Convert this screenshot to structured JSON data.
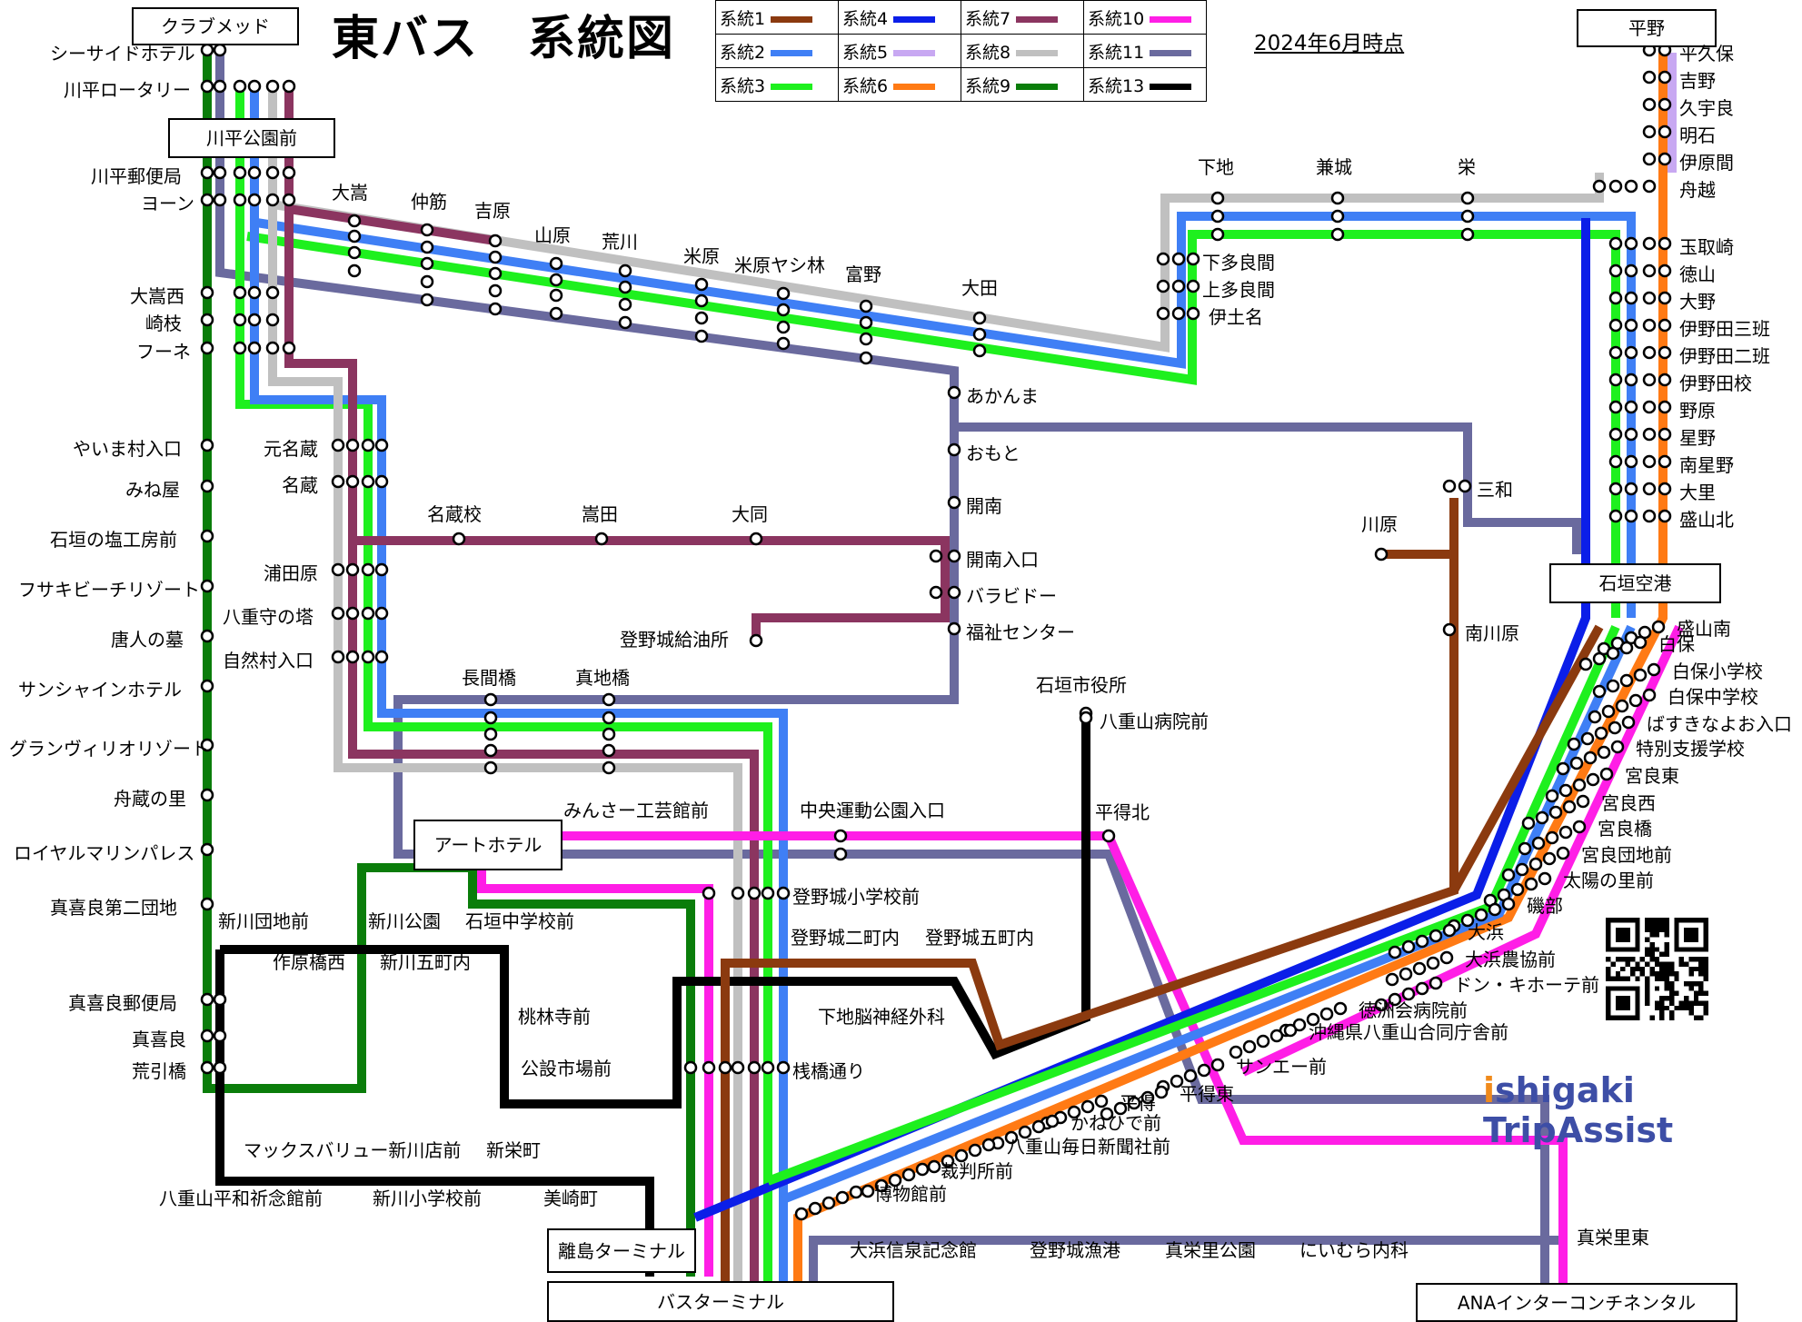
{
  "title": "東バス　系統図",
  "date_note": "2024年6月時点",
  "brand": {
    "prefix": "i",
    "rest": "shigaki TripAssist"
  },
  "legend": [
    {
      "label": "系統1",
      "color": "#8b3a0f"
    },
    {
      "label": "系統4",
      "color": "#0b1ee8"
    },
    {
      "label": "系統7",
      "color": "#8b3560"
    },
    {
      "label": "系統10",
      "color": "#ff1ee6"
    },
    {
      "label": "系統2",
      "color": "#3f7ff5"
    },
    {
      "label": "系統5",
      "color": "#c8a8f2"
    },
    {
      "label": "系統8",
      "color": "#c0c0c0"
    },
    {
      "label": "系統11",
      "color": "#6a6a9e"
    },
    {
      "label": "系統3",
      "color": "#1ef01e"
    },
    {
      "label": "系統6",
      "color": "#ff7a14"
    },
    {
      "label": "系統9",
      "color": "#0a7d0a"
    },
    {
      "label": "系統13",
      "color": "#000000"
    }
  ],
  "terminals": {
    "club_med": "クラブメッド",
    "kabira_koen": "川平公園前",
    "hirano": "平野",
    "ishigaki_airport": "石垣空港",
    "art_hotel": "アートホテル",
    "rito_terminal": "離島ターミナル",
    "bus_terminal": "バスターミナル",
    "ana_intercontinental": "ANAインターコンチネンタル"
  },
  "stops_left": [
    "シーサイドホテル",
    "川平ロータリー",
    "川平郵便局",
    "ヨーン",
    "大嵩西",
    "崎枝",
    "フーネ",
    "やいま村入口",
    "みね屋",
    "石垣の塩工房前",
    "フサキビーチリゾート",
    "唐人の墓",
    "サンシャインホテル",
    "グランヴィリオリゾート",
    "舟蔵の里",
    "ロイヤルマリンパレス",
    "真喜良第二団地",
    "真喜良郵便局",
    "真喜良",
    "荒引橋"
  ],
  "stops_north": [
    "大嵩",
    "仲筋",
    "吉原",
    "山原",
    "荒川",
    "米原",
    "米原ヤシ林",
    "富野",
    "大田",
    "下地",
    "兼城",
    "栄",
    "下多良間",
    "上多良間",
    "伊土名"
  ],
  "stops_middle": [
    "元名蔵",
    "名蔵",
    "浦田原",
    "八重守の塔",
    "自然村入口",
    "名蔵校",
    "嵩田",
    "大同",
    "登野城給油所",
    "長間橋",
    "真地橋",
    "あかんま",
    "おもと",
    "開南",
    "開南入口",
    "バラビドー",
    "福祉センター",
    "三和",
    "川原",
    "南川原",
    "石垣市役所",
    "八重山病院前"
  ],
  "stops_right": [
    "平久保",
    "吉野",
    "久宇良",
    "明石",
    "伊原間",
    "舟越",
    "玉取崎",
    "徳山",
    "大野",
    "伊野田三班",
    "伊野田二班",
    "伊野田校",
    "野原",
    "星野",
    "南星野",
    "大里",
    "盛山北",
    "盛山南",
    "白保",
    "白保小学校",
    "白保中学校",
    "ばすきなよお入口",
    "特別支援学校",
    "宮良東",
    "宮良西",
    "宮良橋",
    "宮良団地前",
    "太陽の里前",
    "磯部",
    "大浜",
    "大浜農協前",
    "ドン・キホーテ前",
    "徳洲会病院前",
    "沖縄県八重山合同庁舎前",
    "サンエー前",
    "平得東",
    "平得",
    "かねひで前",
    "八重山毎日新聞社前",
    "裁判所前",
    "博物館前"
  ],
  "stops_city": [
    "みんさー工芸館前",
    "中央運動公園入口",
    "平得北",
    "登野城小学校前",
    "登野城二町内",
    "登野城五町内",
    "下地脳神経外科",
    "桟橋通り",
    "新川団地前",
    "作原橋西",
    "新川公園",
    "新川五町内",
    "石垣中学校前",
    "桃林寺前",
    "公設市場前",
    "マックスバリュー新川店前",
    "新栄町",
    "八重山平和祈念館前",
    "新川小学校前",
    "美崎町",
    "大浜信泉記念館",
    "登野城漁港",
    "真栄里公園",
    "にいむら内科",
    "真栄里東"
  ]
}
